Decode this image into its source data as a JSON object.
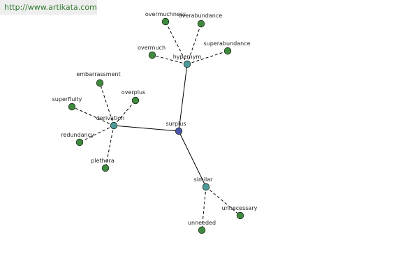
{
  "watermark": "http://www.artikata.com",
  "colors": {
    "root": "#4a55a8",
    "relation": "#4d9a9a",
    "leaf": "#3f8a3f"
  },
  "nodes": {
    "surplus": "surplus",
    "hypernym": "hypernym",
    "derivation": "derivation",
    "similar": "similar",
    "overmuchness": "overmuchness",
    "overabundance": "overabundance",
    "overmuch": "overmuch",
    "superabundance": "superabundance",
    "embarrassment": "embarrassment",
    "overplus": "overplus",
    "superfluity": "superfluity",
    "redundancy": "redundancy",
    "plethora": "plethora",
    "unnecessary": "unnecessary",
    "unneeded": "unneeded"
  }
}
